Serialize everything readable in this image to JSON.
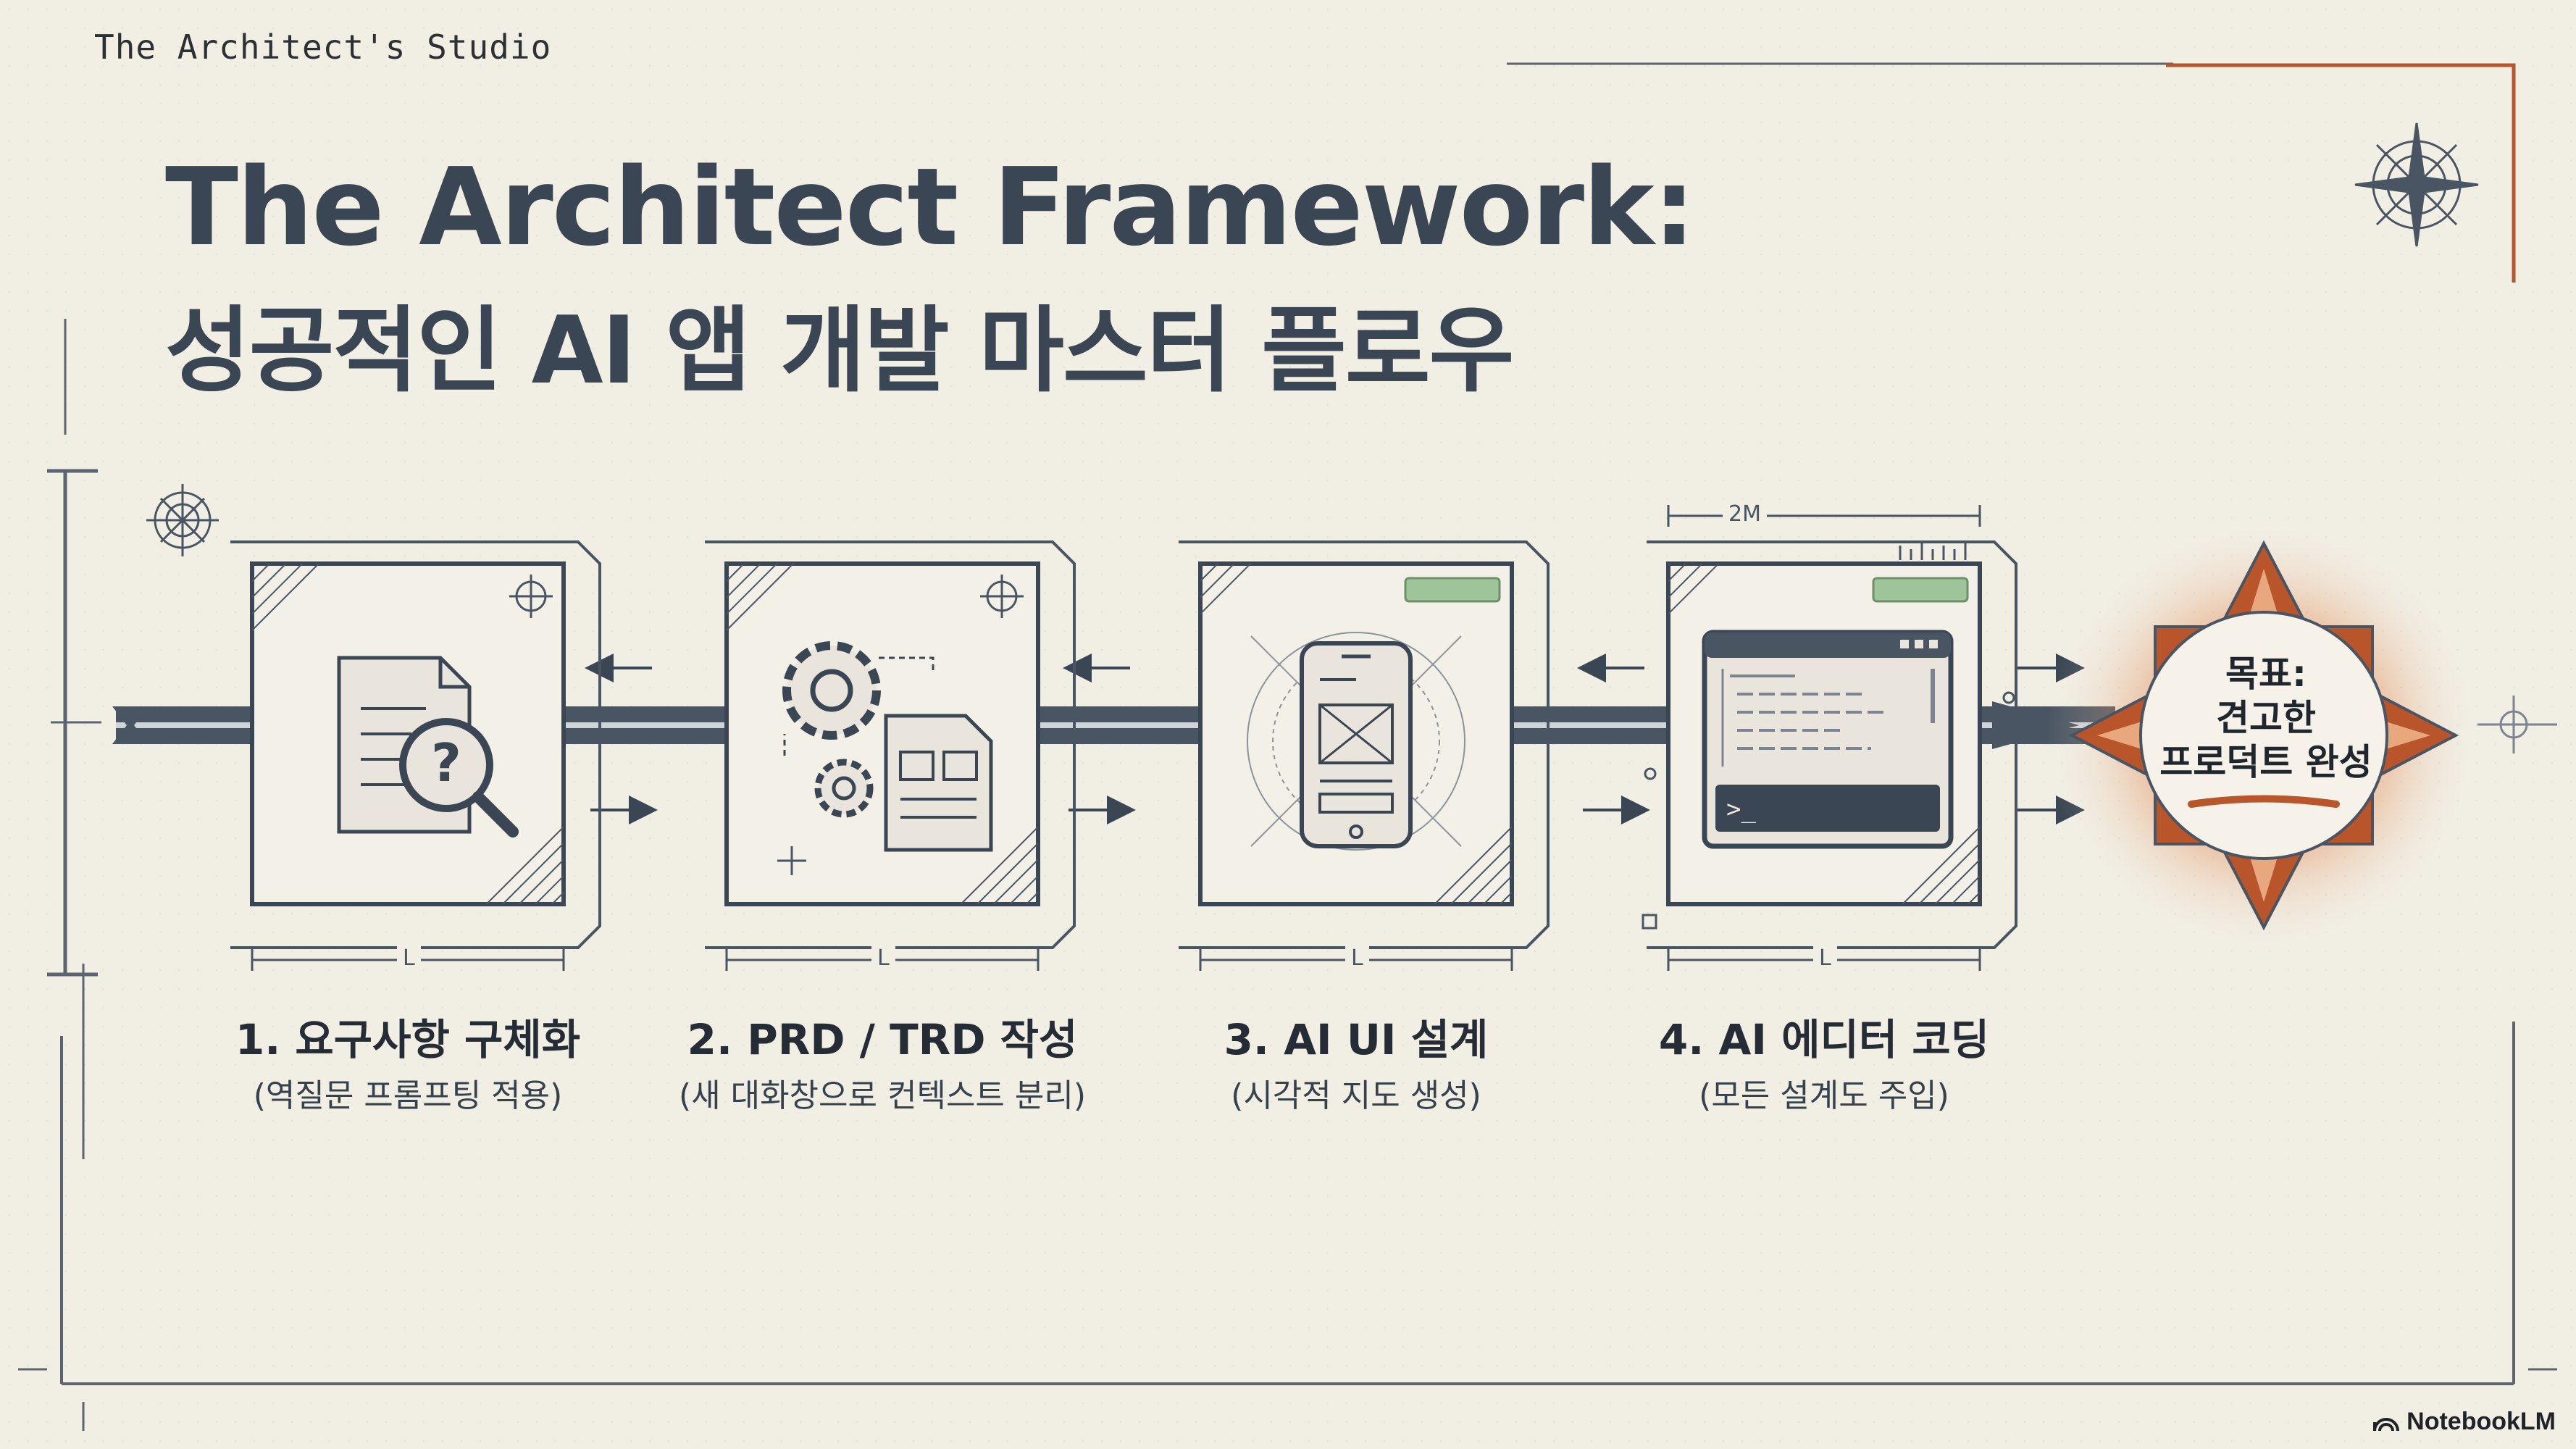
{
  "header": {
    "brand": "The Architect's Studio",
    "title_line1": "The Architect Framework:",
    "title_line2": "성공적인 AI 앱 개발 마스터 플로우"
  },
  "steps": [
    {
      "title": "1. 요구사항 구체화",
      "subtitle": "(역질문 프롬프팅 적용)",
      "icon": "document-question-icon"
    },
    {
      "title": "2. PRD / TRD 작성",
      "subtitle": "(새 대화창으로 컨텍스트 분리)",
      "icon": "gears-document-icon"
    },
    {
      "title": "3. AI UI 설계",
      "subtitle": "(시각적 지도 생성)",
      "icon": "mobile-wireframe-icon"
    },
    {
      "title": "4. AI 에디터 코딩",
      "subtitle": "(모든 설계도 주입)",
      "icon": "code-editor-icon"
    }
  ],
  "goal": {
    "line1": "목표:",
    "line2": "견고한",
    "line3": "프로덕트 완성",
    "icon": "compass-star-badge-icon"
  },
  "dimension_labels": {
    "length": "L",
    "width": "2M"
  },
  "footer": {
    "logo_text": "NotebookLM",
    "logo_icon": "notebooklm-icon"
  },
  "colors": {
    "background": "#f1eee4",
    "ink": "#3b4654",
    "accent": "#b8552a",
    "highlight_green": "#9ec49a"
  }
}
